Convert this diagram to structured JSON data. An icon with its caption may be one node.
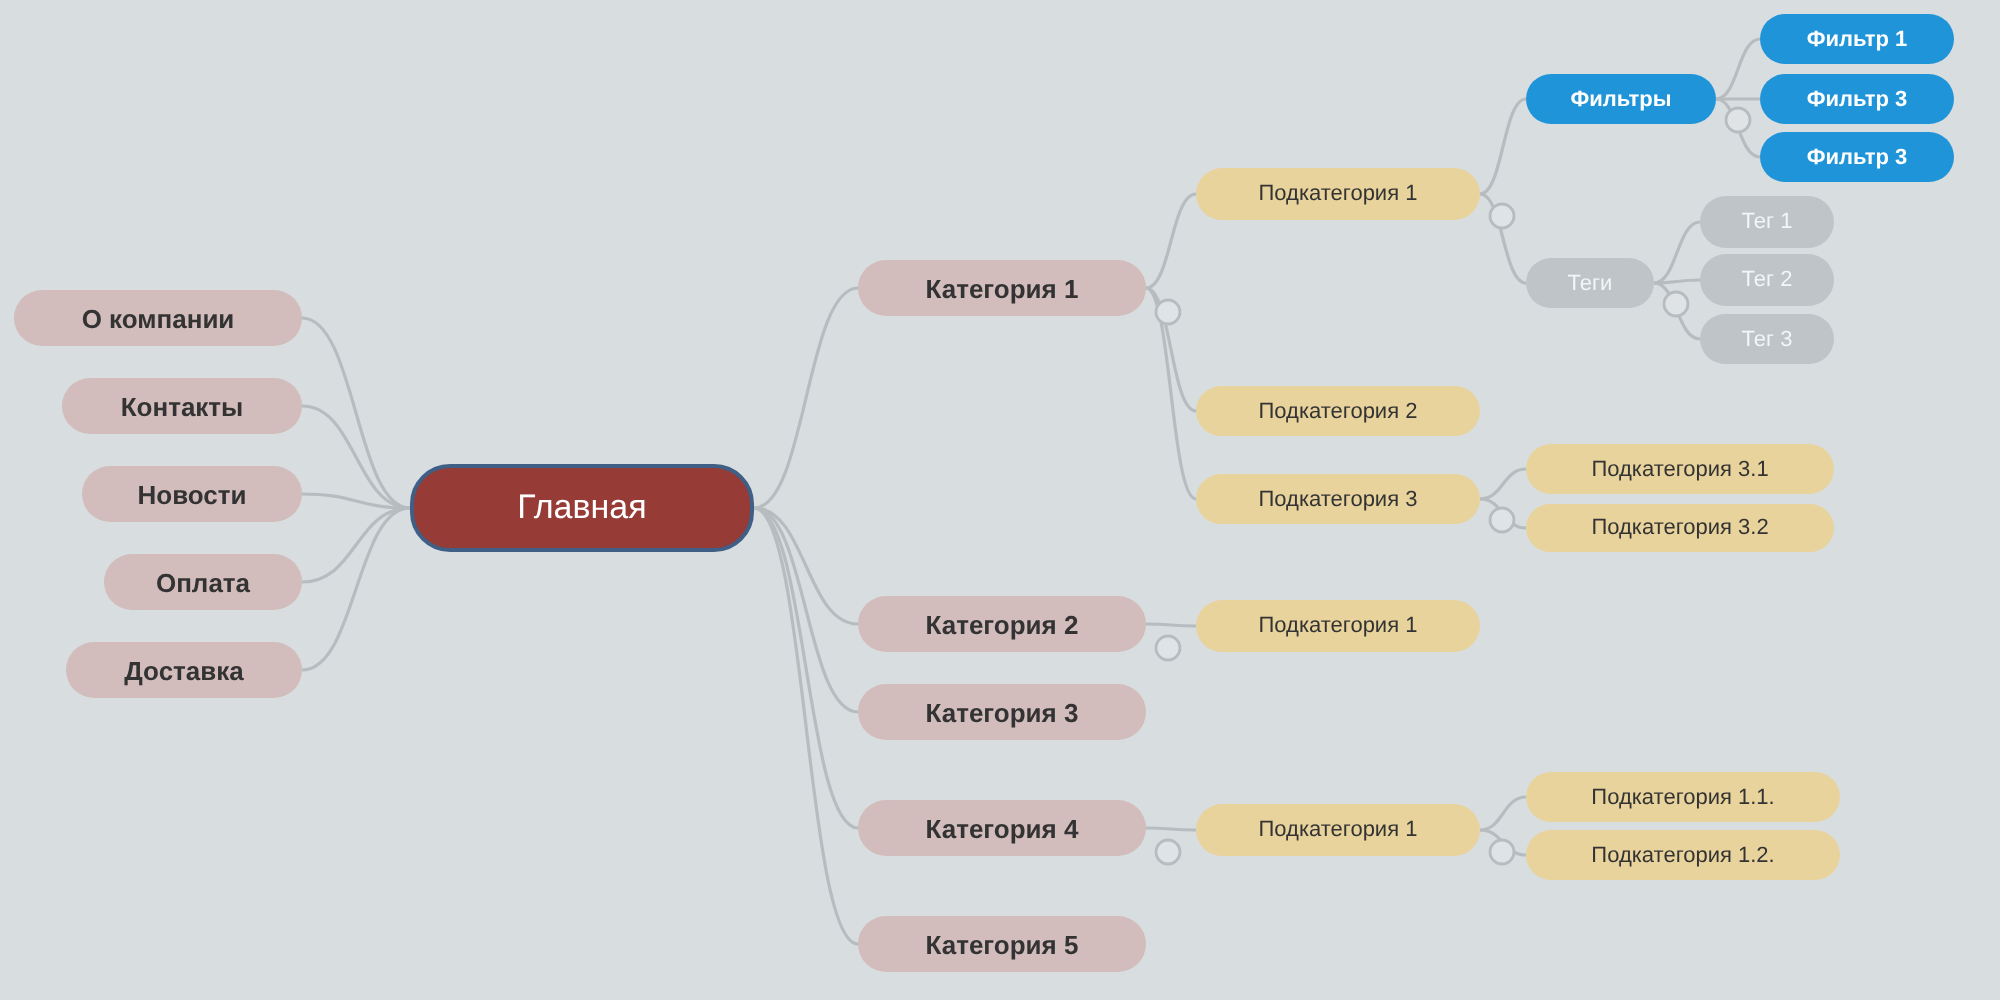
{
  "diagram": {
    "nodes": [
      {
        "text": [
          "Главная"
        ]
      },
      {
        "text": [
          "О компании"
        ]
      },
      {
        "text": [
          "Контакты"
        ]
      },
      {
        "text": [
          "Новости"
        ]
      },
      {
        "text": [
          "Оплата"
        ]
      },
      {
        "text": [
          "Доставка"
        ]
      },
      {
        "text": [
          "Категория 1"
        ]
      },
      {
        "text": [
          "Подкатегория 1"
        ]
      },
      {
        "text": [
          "Фильтры"
        ]
      },
      {
        "text": [
          "Фильтр 1"
        ]
      },
      {
        "text": [
          "Фильтр 3"
        ]
      },
      {
        "text": [
          "Фильтр 3"
        ]
      },
      {
        "text": [
          "Теги"
        ]
      },
      {
        "text": [
          "Тег 1"
        ]
      },
      {
        "text": [
          "Тег 2"
        ]
      },
      {
        "text": [
          "Тег 3"
        ]
      },
      {
        "text": [
          "Подкатегория 2"
        ]
      },
      {
        "text": [
          "Подкатегория 3"
        ]
      },
      {
        "text": [
          "Подкатегория 3.1"
        ]
      },
      {
        "text": [
          "Подкатегория 3.2"
        ]
      },
      {
        "text": [
          "Категория 2"
        ]
      },
      {
        "text": [
          "Подкатегория 1"
        ]
      },
      {
        "text": [
          "Категория 3"
        ]
      },
      {
        "text": [
          "Категория 4"
        ]
      },
      {
        "text": [
          "Подкатегория 1"
        ]
      },
      {
        "text": [
          "Подкатегория 1.1."
        ]
      },
      {
        "text": [
          "Подкатегория 1.2."
        ]
      },
      {
        "text": [
          "Категория 5"
        ]
      }
    ],
    "edges": [
      {
        "from": 0,
        "to": 1,
        "arrow": "none"
      },
      {
        "from": 0,
        "to": 2,
        "arrow": "none"
      },
      {
        "from": 0,
        "to": 3,
        "arrow": "none"
      },
      {
        "from": 0,
        "to": 4,
        "arrow": "none"
      },
      {
        "from": 0,
        "to": 5,
        "arrow": "none"
      },
      {
        "from": 0,
        "to": 6,
        "arrow": "none"
      },
      {
        "from": 0,
        "to": 20,
        "arrow": "none"
      },
      {
        "from": 0,
        "to": 22,
        "arrow": "none"
      },
      {
        "from": 0,
        "to": 23,
        "arrow": "none"
      },
      {
        "from": 0,
        "to": 27,
        "arrow": "none"
      },
      {
        "from": 6,
        "to": 7,
        "arrow": "none"
      },
      {
        "from": 6,
        "to": 16,
        "arrow": "none"
      },
      {
        "from": 6,
        "to": 17,
        "arrow": "none"
      },
      {
        "from": 7,
        "to": 8,
        "arrow": "none"
      },
      {
        "from": 7,
        "to": 12,
        "arrow": "none"
      },
      {
        "from": 8,
        "to": 9,
        "arrow": "none"
      },
      {
        "from": 8,
        "to": 10,
        "arrow": "none"
      },
      {
        "from": 8,
        "to": 11,
        "arrow": "none"
      },
      {
        "from": 12,
        "to": 13,
        "arrow": "none"
      },
      {
        "from": 12,
        "to": 14,
        "arrow": "none"
      },
      {
        "from": 12,
        "to": 15,
        "arrow": "none"
      },
      {
        "from": 17,
        "to": 18,
        "arrow": "none"
      },
      {
        "from": 17,
        "to": 19,
        "arrow": "none"
      },
      {
        "from": 20,
        "to": 21,
        "arrow": "none"
      },
      {
        "from": 23,
        "to": 24,
        "arrow": "none"
      },
      {
        "from": 24,
        "to": 25,
        "arrow": "none"
      },
      {
        "from": 24,
        "to": 26,
        "arrow": "none"
      }
    ]
  }
}
